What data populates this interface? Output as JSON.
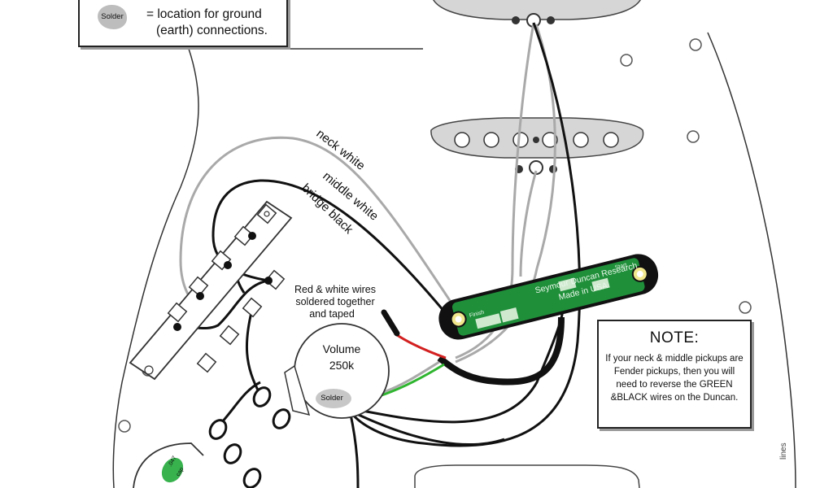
{
  "legend": {
    "blob_label": "Solder",
    "line1": "= location for ground",
    "line2": "(earth) connections."
  },
  "wire_labels": {
    "neck": "neck white",
    "middle": "middle white",
    "bridge": "bridge black"
  },
  "callout": {
    "line1": "Red & white wires",
    "line2": "soldered together",
    "line3": "and taped"
  },
  "volume_pot": {
    "title": "Volume",
    "value": "250k",
    "solder": "Solder"
  },
  "humbucker": {
    "brand": "Seymour Duncan Research",
    "origin": "Made in USA",
    "finish": "Finish",
    "start": "Start"
  },
  "capacitor": {
    "value": ".047",
    "unit": "cap"
  },
  "note": {
    "title": "NOTE:",
    "body": "If your neck & middle pickups are Fender pickups, then you will need to reverse the GREEN &BLACK wires on the Duncan."
  },
  "credit": "lines",
  "colors": {
    "pickguard_outline": "#333333",
    "pickup_fill": "#d6d6d6",
    "wire_white": "#a9a9a9",
    "wire_black": "#111111",
    "wire_red": "#d32020",
    "wire_green": "#2fb52f",
    "pcb_green": "#1f8f3a",
    "cap_green": "#37b24d"
  }
}
